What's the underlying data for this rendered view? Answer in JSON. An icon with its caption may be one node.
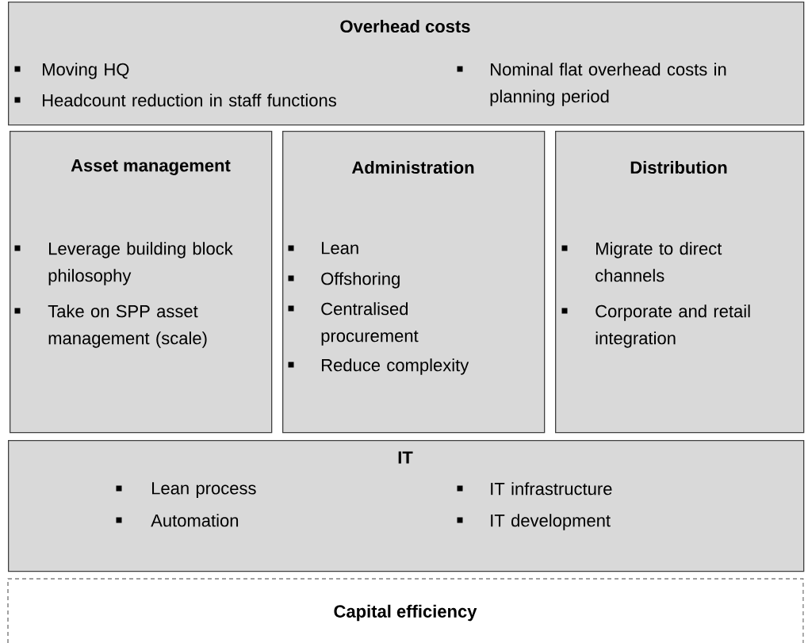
{
  "diagram": {
    "nodes": [
      {
        "text": [
          "Overhead costs",
          "Moving HQ",
          "Headcount reduction in staff functions",
          "Nominal flat overhead costs in planning period"
        ]
      },
      {
        "text": [
          "Asset management",
          "Leverage building block philosophy",
          "Take on SPP asset management (scale)"
        ]
      },
      {
        "text": [
          "Administration",
          "Lean",
          "Offshoring",
          "Centralised procurement",
          "Reduce complexity"
        ]
      },
      {
        "text": [
          "Distribution",
          "Migrate to direct channels",
          "Corporate and retail integration"
        ]
      },
      {
        "text": [
          "IT",
          "Lean process",
          "Automation",
          "IT infrastructure",
          "IT development"
        ]
      },
      {
        "text": [
          "Capital efficiency"
        ]
      }
    ]
  }
}
